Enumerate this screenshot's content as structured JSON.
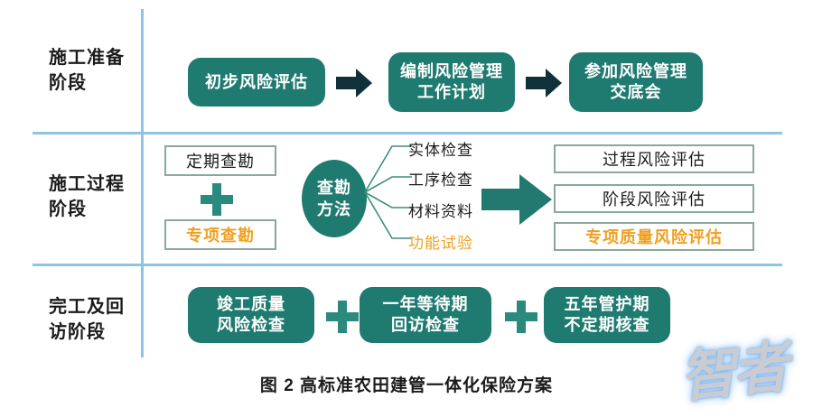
{
  "figure": {
    "caption": "图 2  高标准农田建管一体化保险方案",
    "watermark": "智者",
    "colors": {
      "teal": "#1f7a70",
      "teal_arrow": "#21796f",
      "dark_arrow": "#10303a",
      "divider_blue": "#8dc3e8",
      "box_border": "#8aa89e",
      "orange": "#f0a020",
      "text_dark": "#1b1b1b"
    }
  },
  "rows": {
    "row1": {
      "stage_label": "施工准备阶段",
      "steps": [
        {
          "text": "初步风险评估"
        },
        {
          "text": "编制风险管理\n工作计划",
          "line1": "编制风险管理",
          "line2": "工作计划"
        },
        {
          "text": "参加风险管理\n交底会",
          "line1": "参加风险管理",
          "line2": "交底会"
        }
      ],
      "connectors": [
        "arrow-right",
        "arrow-right"
      ]
    },
    "row2": {
      "stage_label": "施工过程阶段",
      "left_boxes": [
        {
          "text": "定期查勘",
          "style": "normal"
        },
        {
          "text": "专项查勘",
          "style": "orange-bold"
        }
      ],
      "plus": "+",
      "method_circle": {
        "line1": "查勘",
        "line2": "方法"
      },
      "branches": [
        {
          "text": "实体检查",
          "style": "normal"
        },
        {
          "text": "工序检查",
          "style": "normal"
        },
        {
          "text": "材料资料",
          "style": "normal"
        },
        {
          "text": "功能试验",
          "style": "orange"
        }
      ],
      "big_arrow": "arrow-right-block",
      "right_boxes": [
        {
          "text": "过程风险评估",
          "style": "normal"
        },
        {
          "text": "阶段风险评估",
          "style": "normal"
        },
        {
          "text": "专项质量风险评估",
          "style": "orange-bold"
        }
      ]
    },
    "row3": {
      "stage_label": "完工及回访阶段",
      "steps": [
        {
          "line1": "竣工质量",
          "line2": "风险检查"
        },
        {
          "line1": "一年等待期",
          "line2": "回访检查"
        },
        {
          "line1": "五年管护期",
          "line2": "不定期核查"
        }
      ],
      "connectors": [
        "+",
        "+"
      ]
    }
  }
}
